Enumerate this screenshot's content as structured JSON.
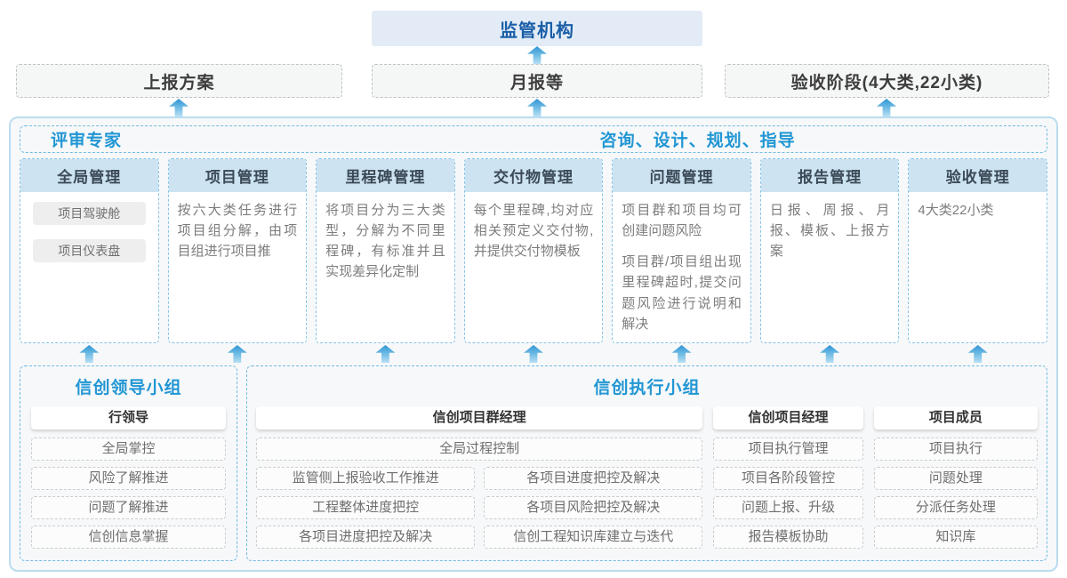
{
  "top": {
    "regulator": "监管机构",
    "outputs": [
      {
        "label": "上报方案"
      },
      {
        "label": "月报等"
      },
      {
        "label": "验收阶段(4大类,22小类)"
      }
    ]
  },
  "experts_bar": {
    "left": "评审专家",
    "right": "咨询、设计、规划、指导"
  },
  "columns": [
    {
      "title": "全局管理",
      "chips": [
        "项目驾驶舱",
        "项目仪表盘"
      ]
    },
    {
      "title": "项目管理",
      "paragraphs": [
        "按六大类任务进行项目组分解，由项目组进行项目推"
      ]
    },
    {
      "title": "里程碑管理",
      "paragraphs": [
        "将项目分为三大类型，分解为不同里程碑，有标准并且实现差异化定制"
      ]
    },
    {
      "title": "交付物管理",
      "paragraphs": [
        "每个里程碑,均对应相关预定义交付物,并提供交付物模板"
      ]
    },
    {
      "title": "问题管理",
      "paragraphs": [
        "项目群和项目均可创建问题风险",
        "项目群/项目组出现里程碑超时,提交问题风险进行说明和解决"
      ]
    },
    {
      "title": "报告管理",
      "paragraphs": [
        "日报、周报、月报、模板、上报方案"
      ]
    },
    {
      "title": "验收管理",
      "paragraphs": [
        "4大类22小类"
      ]
    }
  ],
  "leadership_group": {
    "title": "信创领导小组",
    "role": "行领导",
    "items": [
      "全局掌控",
      "风险了解推进",
      "问题了解推进",
      "信创信息掌握"
    ]
  },
  "execution_group": {
    "title": "信创执行小组",
    "program_manager": {
      "role": "信创项目群经理",
      "full_item": "全局过程控制",
      "left_items": [
        "监管侧上报验收工作推进",
        "工程整体进度把控",
        "各项目进度把控及解决"
      ],
      "right_items": [
        "各项目进度把控及解决",
        "各项目风险把控及解决",
        "信创工程知识库建立与迭代"
      ]
    },
    "project_manager": {
      "role": "信创项目经理",
      "items": [
        "项目执行管理",
        "项目各阶段管控",
        "问题上报、升级",
        "报告模板协助"
      ]
    },
    "member": {
      "role": "项目成员",
      "items": [
        "项目执行",
        "问题处理",
        "分派任务处理",
        "知识库"
      ]
    }
  },
  "colors": {
    "accent_blue": "#2196d4",
    "regulator_text": "#1a5ea7",
    "regulator_bg": "#e3ecf6",
    "column_header_bg": "#cde3f2",
    "container_border": "#badcf0",
    "dashed_blue_border": "#70bce4",
    "arrow_top": "#2f96d4",
    "arrow_bottom": "#b9e0f4",
    "body_text": "#7d7d7d"
  }
}
